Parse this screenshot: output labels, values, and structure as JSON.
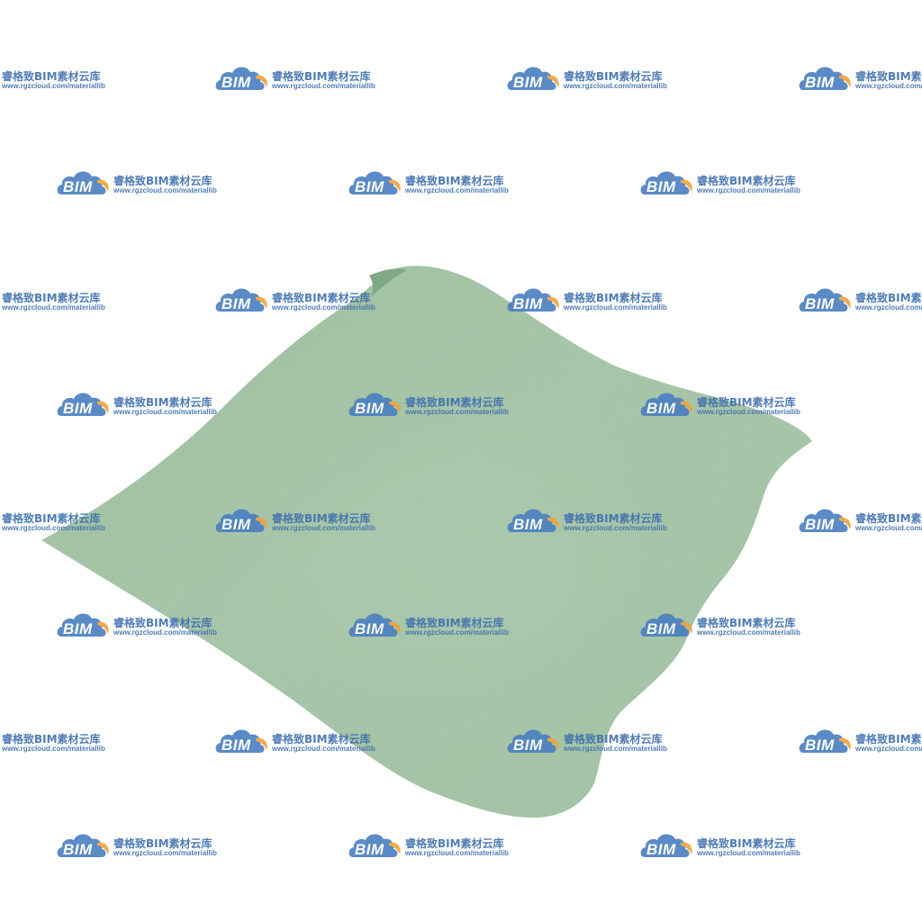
{
  "scene": {
    "subject": "",
    "background_color": "#ffffff",
    "cloth_color": "#a6c5a8",
    "cloth_shadow_color": "#8fb394",
    "cloth_highlight_color": "#b4d0b5"
  },
  "watermark": {
    "logo_text": "BIM",
    "title": "睿格致BIM素材云库",
    "url": "www.rgzcloud.com/materiallib",
    "cloud_blue": "#4a7fc1",
    "cloud_orange": "#f0a23a",
    "text_color": "#3d6fb0"
  }
}
